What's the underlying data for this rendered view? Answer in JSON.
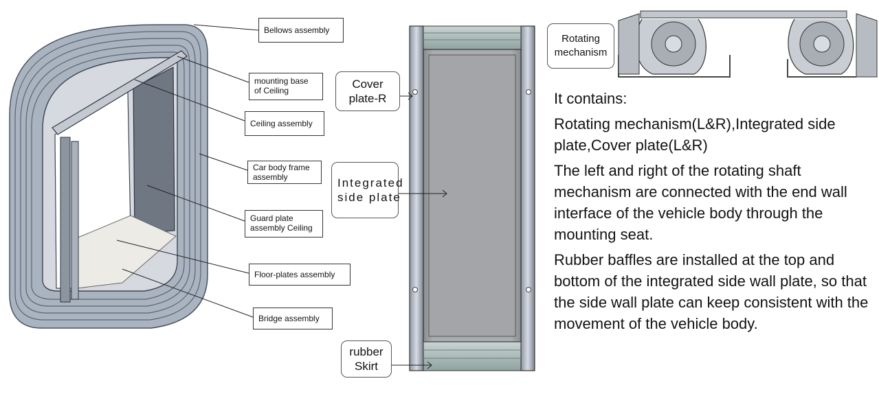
{
  "labels": {
    "bellows": "Bellows assembly",
    "mounting_base": "mounting base of Ceiling",
    "ceiling": "Ceiling assembly",
    "car_body_frame": "Car body frame assembly",
    "guard_plate": "Guard plate assembly Ceiling",
    "floor_plates": "Floor-plates assembly",
    "bridge": "Bridge assembly",
    "cover_plate": "Cover plate-R",
    "integrated_side_plate": "Integrated side plate",
    "rubber_skirt": "rubber Skirt",
    "rotating_mechanism": "Rotating mechanism"
  },
  "description": {
    "heading": "It contains:",
    "p1": "Rotating mechanism(L&R),Integrated side plate,Cover plate(L&R)",
    "p2": "The left and right of the rotating shaft mechanism are connected with the end wall interface of the vehicle body through the mounting seat.",
    "p3": "Rubber baffles are installed at the top and bottom of the integrated side  wall plate, so that the side wall plate can keep consistent with the movement of the vehicle body."
  }
}
